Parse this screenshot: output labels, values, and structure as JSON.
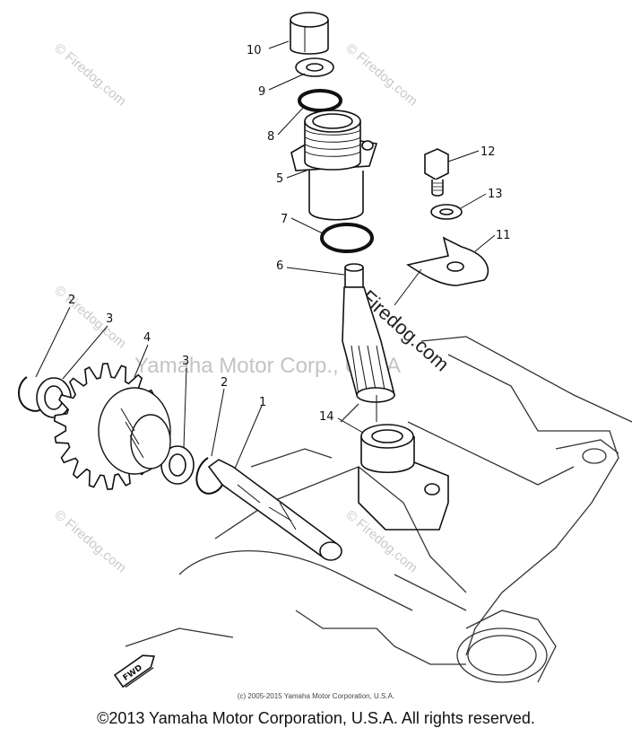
{
  "callouts": [
    "10",
    "9",
    "8",
    "5",
    "7",
    "6",
    "12",
    "13",
    "11",
    "14",
    "2",
    "3",
    "4",
    "3",
    "2",
    "1"
  ],
  "direction_badge": "FWD",
  "watermark_text": "© Firedog.com",
  "center_watermark": "Yamaha Motor Corp., U.S.A",
  "copyright_small": "(c) 2005-2015 Yamaha Motor Corporation, U.S.A.",
  "copyright_main": "©2013 Yamaha Motor Corporation, U.S.A. All rights reserved."
}
